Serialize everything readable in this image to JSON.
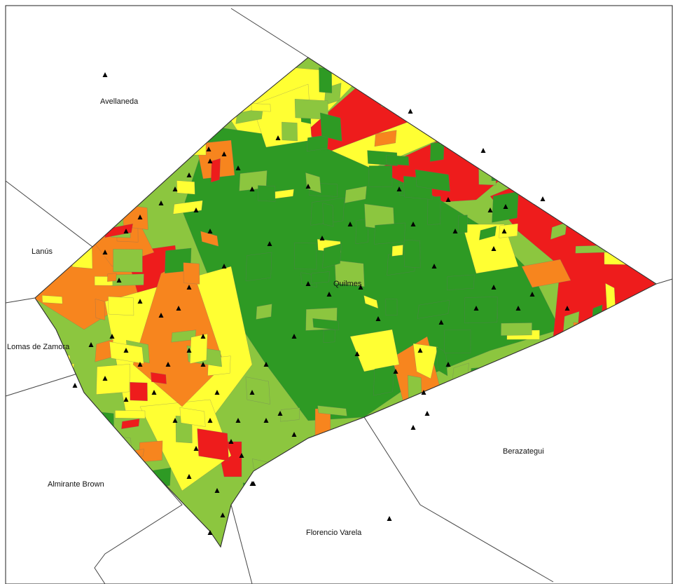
{
  "map": {
    "center_label": "Quilmes",
    "neighbors": {
      "avellaneda": "Avellaneda",
      "lanus": "Lanús",
      "lomas": "Lomas de Zamora",
      "almirante": "Almirante Brown",
      "berazategui": "Berazategui",
      "florencio": "Florencio Varela"
    },
    "colors": {
      "dark_green": "#2e9a24",
      "light_green": "#8cc63f",
      "yellow": "#ffff33",
      "orange": "#f7851e",
      "red": "#ee1c1c"
    },
    "point_symbol": "black-triangle-icon"
  }
}
